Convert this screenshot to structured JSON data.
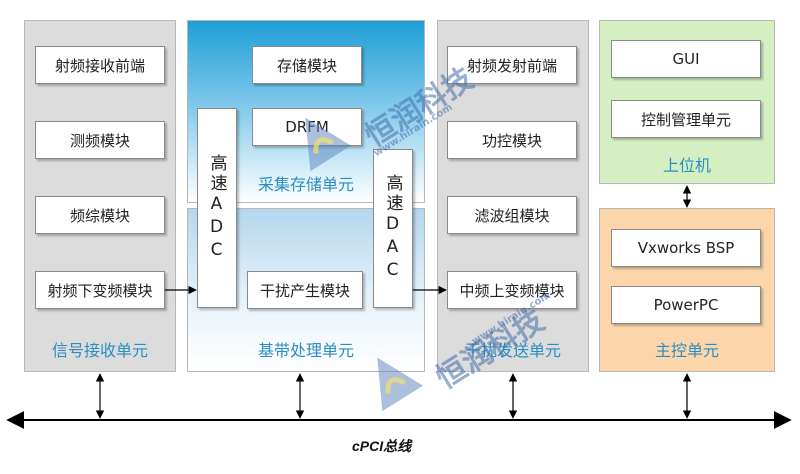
{
  "units": {
    "receive": {
      "label": "信号接收单元",
      "modules": [
        "射频接收前端",
        "测频模块",
        "频综模块",
        "射频下变频模块"
      ]
    },
    "storage": {
      "label": "采集存储单元",
      "modules": [
        "存储模块",
        "DRFM"
      ]
    },
    "baseband": {
      "label": "基带处理单元",
      "adc": "高速ADC",
      "dac": "高速DAC",
      "jamming_module": "干扰产生模块"
    },
    "transmit": {
      "label": "干扰发送单元",
      "modules": [
        "射频发射前端",
        "功控模块",
        "滤波组模块",
        "中频上变频模块"
      ]
    },
    "host": {
      "label": "上位机",
      "modules": [
        "GUI",
        "控制管理单元"
      ]
    },
    "master": {
      "label": "主控单元",
      "modules": [
        "Vxworks BSP",
        "PowerPC"
      ]
    }
  },
  "bus_label": "cPCI总线",
  "watermark": {
    "name": "恒润科技",
    "url": "www.hirain.com"
  },
  "colors": {
    "unit_label": "#2a8ec4",
    "host_panel": "#d4f0c2",
    "master_panel": "#fcd6aa",
    "storage_gradient_top": "#1e9fd6",
    "baseband_gradient_top": "#b4d7ee"
  }
}
